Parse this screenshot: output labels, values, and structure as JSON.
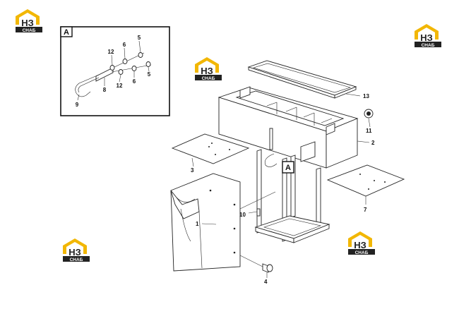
{
  "colors": {
    "logo_gold": "#f2b705",
    "logo_dark": "#222222",
    "line": "#222222"
  },
  "logo": {
    "mark": "НЗ",
    "word": "СНАБ"
  },
  "callouts": {
    "c1": "1",
    "c2": "2",
    "c3": "3",
    "c4": "4",
    "c5a": "5",
    "c5b": "5",
    "c6a": "6",
    "c6b": "6",
    "c7": "7",
    "c8": "8",
    "c9": "9",
    "c10": "10",
    "c11": "11",
    "c12a": "12",
    "c12b": "12",
    "c13": "13"
  },
  "detail": {
    "inset_label": "A",
    "marker_label": "A"
  }
}
